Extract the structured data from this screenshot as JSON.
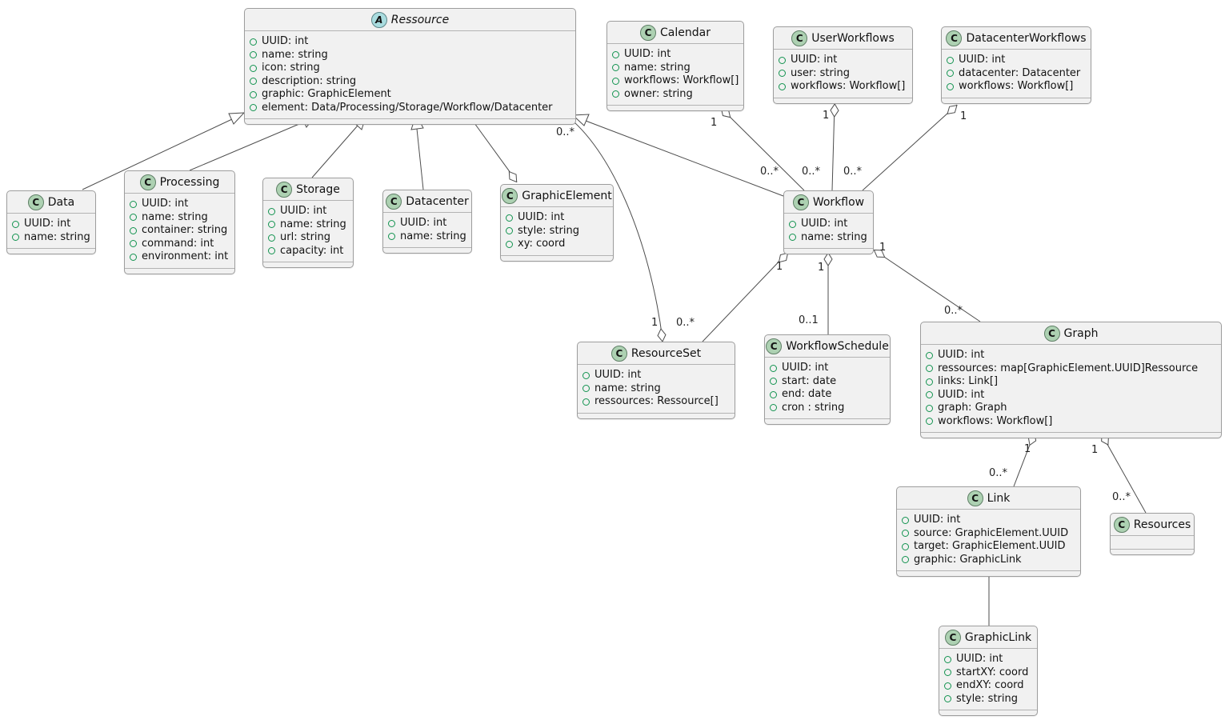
{
  "diagram": {
    "type": "uml-class-diagram",
    "colors": {
      "box_fill": "#F1F1F1",
      "box_border": "#9d9d9d",
      "class_icon_fill": "#ADD1B2",
      "abstract_icon_fill": "#A9DCDF",
      "attribute_icon": "#12934F",
      "edge": "#4D4D4D"
    },
    "classes": [
      {
        "id": "ressource",
        "stereotype": "A",
        "abstract": true,
        "name": "Ressource",
        "attributes": [
          "UUID: int",
          "name: string",
          "icon: string",
          "description: string",
          "graphic: GraphicElement",
          "element: Data/Processing/Storage/Workflow/Datacenter"
        ]
      },
      {
        "id": "calendar",
        "stereotype": "C",
        "abstract": false,
        "name": "Calendar",
        "attributes": [
          "UUID: int",
          "name: string",
          "workflows: Workflow[]",
          "owner: string"
        ]
      },
      {
        "id": "user-workflows",
        "stereotype": "C",
        "abstract": false,
        "name": "UserWorkflows",
        "attributes": [
          "UUID: int",
          "user: string",
          "workflows: Workflow[]"
        ]
      },
      {
        "id": "datacenter-workflows",
        "stereotype": "C",
        "abstract": false,
        "name": "DatacenterWorkflows",
        "attributes": [
          "UUID: int",
          "datacenter: Datacenter",
          "workflows: Workflow[]"
        ]
      },
      {
        "id": "data",
        "stereotype": "C",
        "abstract": false,
        "name": "Data",
        "attributes": [
          "UUID: int",
          "name: string"
        ]
      },
      {
        "id": "processing",
        "stereotype": "C",
        "abstract": false,
        "name": "Processing",
        "attributes": [
          "UUID: int",
          "name: string",
          "container: string",
          "command: int",
          "environment: int"
        ]
      },
      {
        "id": "storage",
        "stereotype": "C",
        "abstract": false,
        "name": "Storage",
        "attributes": [
          "UUID: int",
          "name: string",
          "url: string",
          "capacity: int"
        ]
      },
      {
        "id": "datacenter",
        "stereotype": "C",
        "abstract": false,
        "name": "Datacenter",
        "attributes": [
          "UUID: int",
          "name: string"
        ]
      },
      {
        "id": "graphic-element",
        "stereotype": "C",
        "abstract": false,
        "name": "GraphicElement",
        "attributes": [
          "UUID: int",
          "style: string",
          "xy: coord"
        ]
      },
      {
        "id": "workflow",
        "stereotype": "C",
        "abstract": false,
        "name": "Workflow",
        "attributes": [
          "UUID: int",
          "name: string"
        ]
      },
      {
        "id": "resource-set",
        "stereotype": "C",
        "abstract": false,
        "name": "ResourceSet",
        "attributes": [
          "UUID: int",
          "name: string",
          "ressources: Ressource[]"
        ]
      },
      {
        "id": "workflow-schedule",
        "stereotype": "C",
        "abstract": false,
        "name": "WorkflowSchedule",
        "attributes": [
          "UUID: int",
          "start: date",
          "end: date",
          "cron : string"
        ]
      },
      {
        "id": "graph",
        "stereotype": "C",
        "abstract": false,
        "name": "Graph",
        "attributes": [
          "UUID: int",
          "ressources: map[GraphicElement.UUID]Ressource",
          "links: Link[]",
          "UUID: int",
          "graph: Graph",
          "workflows: Workflow[]"
        ]
      },
      {
        "id": "link",
        "stereotype": "C",
        "abstract": false,
        "name": "Link",
        "attributes": [
          "UUID: int",
          "source: GraphicElement.UUID",
          "target: GraphicElement.UUID",
          "graphic: GraphicLink"
        ]
      },
      {
        "id": "resources",
        "stereotype": "C",
        "abstract": false,
        "name": "Resources",
        "attributes": []
      },
      {
        "id": "graphic-link",
        "stereotype": "C",
        "abstract": false,
        "name": "GraphicLink",
        "attributes": [
          "UUID: int",
          "startXY: coord",
          "endXY: coord",
          "style: string"
        ]
      }
    ],
    "edges": [
      {
        "from": "Data",
        "to": "Ressource",
        "type": "extends"
      },
      {
        "from": "Processing",
        "to": "Ressource",
        "type": "extends"
      },
      {
        "from": "Storage",
        "to": "Ressource",
        "type": "extends"
      },
      {
        "from": "Datacenter",
        "to": "Ressource",
        "type": "extends"
      },
      {
        "from": "Workflow",
        "to": "Ressource",
        "type": "extends"
      },
      {
        "from": "Ressource",
        "to": "GraphicElement",
        "type": "aggregation"
      },
      {
        "from": "Calendar",
        "to": "Workflow",
        "type": "aggregation",
        "from_label": "1",
        "to_label": "0..*"
      },
      {
        "from": "UserWorkflows",
        "to": "Workflow",
        "type": "aggregation",
        "from_label": "1",
        "to_label": "0..*"
      },
      {
        "from": "DatacenterWorkflows",
        "to": "Workflow",
        "type": "aggregation",
        "from_label": "1",
        "to_label": "0..*"
      },
      {
        "from": "ResourceSet",
        "to": "Ressource",
        "type": "aggregation",
        "from_label": "1",
        "to_label": "0..*"
      },
      {
        "from": "Workflow",
        "to": "ResourceSet",
        "type": "aggregation",
        "from_label": "1",
        "to_label": "0..*"
      },
      {
        "from": "Workflow",
        "to": "WorkflowSchedule",
        "type": "aggregation",
        "from_label": "1",
        "to_label": "0..1"
      },
      {
        "from": "Workflow",
        "to": "Graph",
        "type": "aggregation",
        "from_label": "1",
        "to_label": "0..*"
      },
      {
        "from": "Graph",
        "to": "Link",
        "type": "aggregation",
        "from_label": "1",
        "to_label": "0..*"
      },
      {
        "from": "Graph",
        "to": "Resources",
        "type": "aggregation",
        "from_label": "1",
        "to_label": "0..*"
      },
      {
        "from": "Link",
        "to": "GraphicLink",
        "type": "association"
      }
    ]
  }
}
